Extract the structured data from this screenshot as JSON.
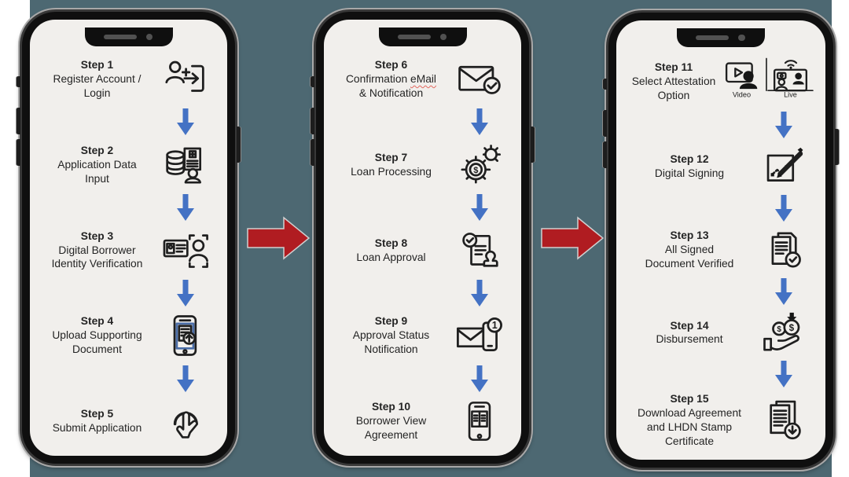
{
  "page": {
    "background_color": "#ffffff",
    "panel_color": "#4d6872",
    "screen_color": "#f1efec",
    "step_arrow_color": "#4472c4",
    "flow_arrow_color": "#b01c21",
    "text_color": "#242424"
  },
  "flow_arrows": [
    {
      "name": "flow-arrow-phone1-to-phone2"
    },
    {
      "name": "flow-arrow-phone2-to-phone3"
    }
  ],
  "phones": [
    {
      "name": "phone-1",
      "steps": [
        {
          "title": "Step 1",
          "lines": [
            "Register Account /",
            "Login"
          ],
          "icon": "register-account-login-icon"
        },
        {
          "title": "Step 2",
          "lines": [
            "Application Data",
            "Input"
          ],
          "icon": "application-data-input-icon"
        },
        {
          "title": "Step 3",
          "lines": [
            "Digital Borrower",
            "Identity Verification"
          ],
          "icon": "identity-verification-icon"
        },
        {
          "title": "Step 4",
          "lines": [
            "Upload Supporting",
            "Document"
          ],
          "icon": "upload-document-icon"
        },
        {
          "title": "Step 5",
          "lines": [
            "Submit Application"
          ],
          "icon": "submit-application-tap-icon"
        }
      ]
    },
    {
      "name": "phone-2",
      "steps": [
        {
          "title": "Step 6",
          "lines": [
            "Confirmation {eMail}",
            "& Notification"
          ],
          "icon": "email-notification-icon"
        },
        {
          "title": "Step 7",
          "lines": [
            "Loan Processing"
          ],
          "icon": "loan-processing-gears-icon"
        },
        {
          "title": "Step 8",
          "lines": [
            "Loan Approval"
          ],
          "icon": "loan-approval-stamp-icon"
        },
        {
          "title": "Step 9",
          "lines": [
            "Approval Status",
            "Notification"
          ],
          "icon": "approval-status-notification-icon"
        },
        {
          "title": "Step 10",
          "lines": [
            "Borrower View",
            "Agreement"
          ],
          "icon": "view-agreement-icon"
        }
      ]
    },
    {
      "name": "phone-3",
      "steps": [
        {
          "title": "Step 11",
          "lines": [
            "Select Attestation",
            "Option"
          ],
          "icon": "attestation-option-icon",
          "icon_labels": [
            "Video",
            "Live"
          ]
        },
        {
          "title": "Step 12",
          "lines": [
            "Digital Signing"
          ],
          "icon": "digital-signing-icon"
        },
        {
          "title": "Step 13",
          "lines": [
            "All Signed",
            "Document Verified"
          ],
          "icon": "document-verified-icon"
        },
        {
          "title": "Step 14",
          "lines": [
            "Disbursement"
          ],
          "icon": "disbursement-icon"
        },
        {
          "title": "Step 15",
          "lines": [
            "Download Agreement",
            "and LHDN Stamp",
            "Certificate"
          ],
          "icon": "download-certificate-icon"
        }
      ]
    }
  ]
}
